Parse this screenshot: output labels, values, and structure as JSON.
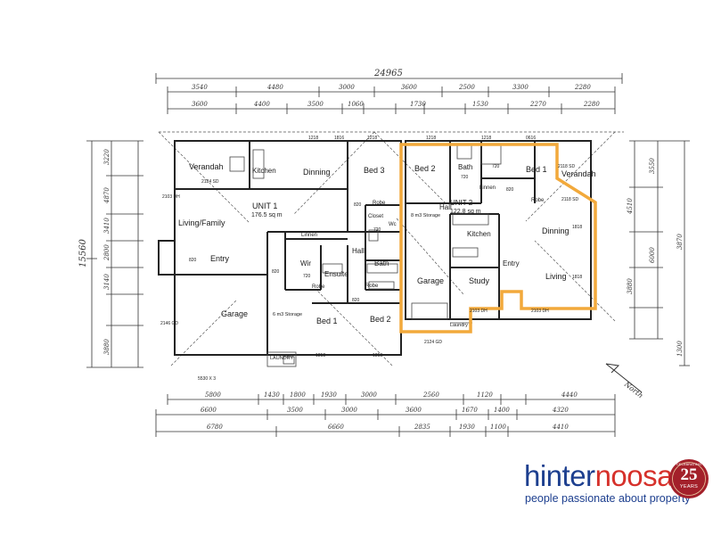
{
  "overall_dimensions": {
    "total_width": "24965",
    "total_depth": "15560"
  },
  "units": {
    "unit1": {
      "name": "UNIT 1",
      "area": "176.5 sq m"
    },
    "unit2": {
      "name": "UNIT 2",
      "area": "122.8 sq m"
    }
  },
  "rooms": {
    "u1_verandah": "Verandah",
    "u1_kitchen": "Kitchen",
    "u1_dinning": "Dinning",
    "u1_bed3": "Bed 3",
    "u1_living": "Living/Family",
    "u1_entry": "Entry",
    "u1_linnen": "Linnen",
    "u1_wir": "Wir",
    "u1_ensuite": "Ensuite",
    "u1_hall": "Hall",
    "u1_bath": "Bath",
    "u1_closet": "Closet",
    "u1_robe": "Robe",
    "u1_robe2": "Robe",
    "u1_robe3": "Robe",
    "u1_wc": "Wc",
    "u1_garage": "Garage",
    "u1_storage": "6 m3 Storage",
    "u1_bed1": "Bed 1",
    "u1_bed2": "Bed 2",
    "u1_laundry": "LAUNDRY",
    "u2_bed2": "Bed 2",
    "u2_bath": "Bath",
    "u2_bed1": "Bed 1",
    "u2_verandah": "Verandah",
    "u2_linnen": "Linnen",
    "u2_storage": "8 m3 Storage",
    "u2_hall": "Hall",
    "u2_kitchen": "Kitchen",
    "u2_dinning": "Dinning",
    "u2_entry": "Entry",
    "u2_garage": "Garage",
    "u2_study": "Study",
    "u2_living": "Living",
    "u2_laundry": "Laundry",
    "u2_robe": "Robe"
  },
  "openings": {
    "w1218a": "1218",
    "w1218b": "1218",
    "w1218c": "1218",
    "w1218d": "1218",
    "w0616": "0616",
    "w2118": "2118 SD",
    "w2118b": "2118 SD",
    "w2124": "2124 SD",
    "w2103": "2103 DH",
    "w2103b": "2103 DH",
    "w2103c": "2103 DH",
    "w2146": "2146 GD",
    "w2124gd": "2124 GD",
    "w1818a": "1818",
    "w1818b": "1818",
    "w1818c": "1818",
    "w1818d": "1818",
    "w1816": "1816",
    "d820a": "820",
    "d820b": "820",
    "d820c": "820",
    "d820d": "820",
    "d820e": "820",
    "d720a": "720",
    "d720b": "720",
    "d720c": "720",
    "d720d": "720",
    "garagedoor": "5530 X 3"
  },
  "top_dims": {
    "row1": [
      "3540",
      "4480",
      "3000",
      "3600",
      "2500",
      "3300",
      "2280"
    ],
    "row2": [
      "3600",
      "4400",
      "3500",
      "1060",
      "1730",
      "1530",
      "2270",
      "2280"
    ]
  },
  "bottom_dims": {
    "row1": [
      "5800",
      "1430",
      "1800",
      "1930",
      "3000",
      "2560",
      "1120",
      "4440"
    ],
    "row2": [
      "6600",
      "3500",
      "3000",
      "3600",
      "1670",
      "1400",
      "4320"
    ],
    "row3": [
      "6780",
      "6660",
      "2835",
      "1930",
      "1100",
      "4410"
    ]
  },
  "left_dims": [
    "3220",
    "4870",
    "3410",
    "2800",
    "3140",
    "3880"
  ],
  "right_dims": [
    "3550",
    "4510",
    "3870",
    "6000",
    "3880",
    "1300"
  ],
  "north_label": "North",
  "brand": {
    "name_part1": "hinter",
    "name_part2": "noosa",
    "tagline": "people passionate about property",
    "seal_number": "25",
    "seal_text": "YEARS",
    "seal_top": "CELEBRATING"
  },
  "colors": {
    "highlight": "#f2a93b",
    "brand_blue": "#1d3f8f",
    "brand_red": "#d6312b",
    "seal_red": "#a3202a"
  }
}
